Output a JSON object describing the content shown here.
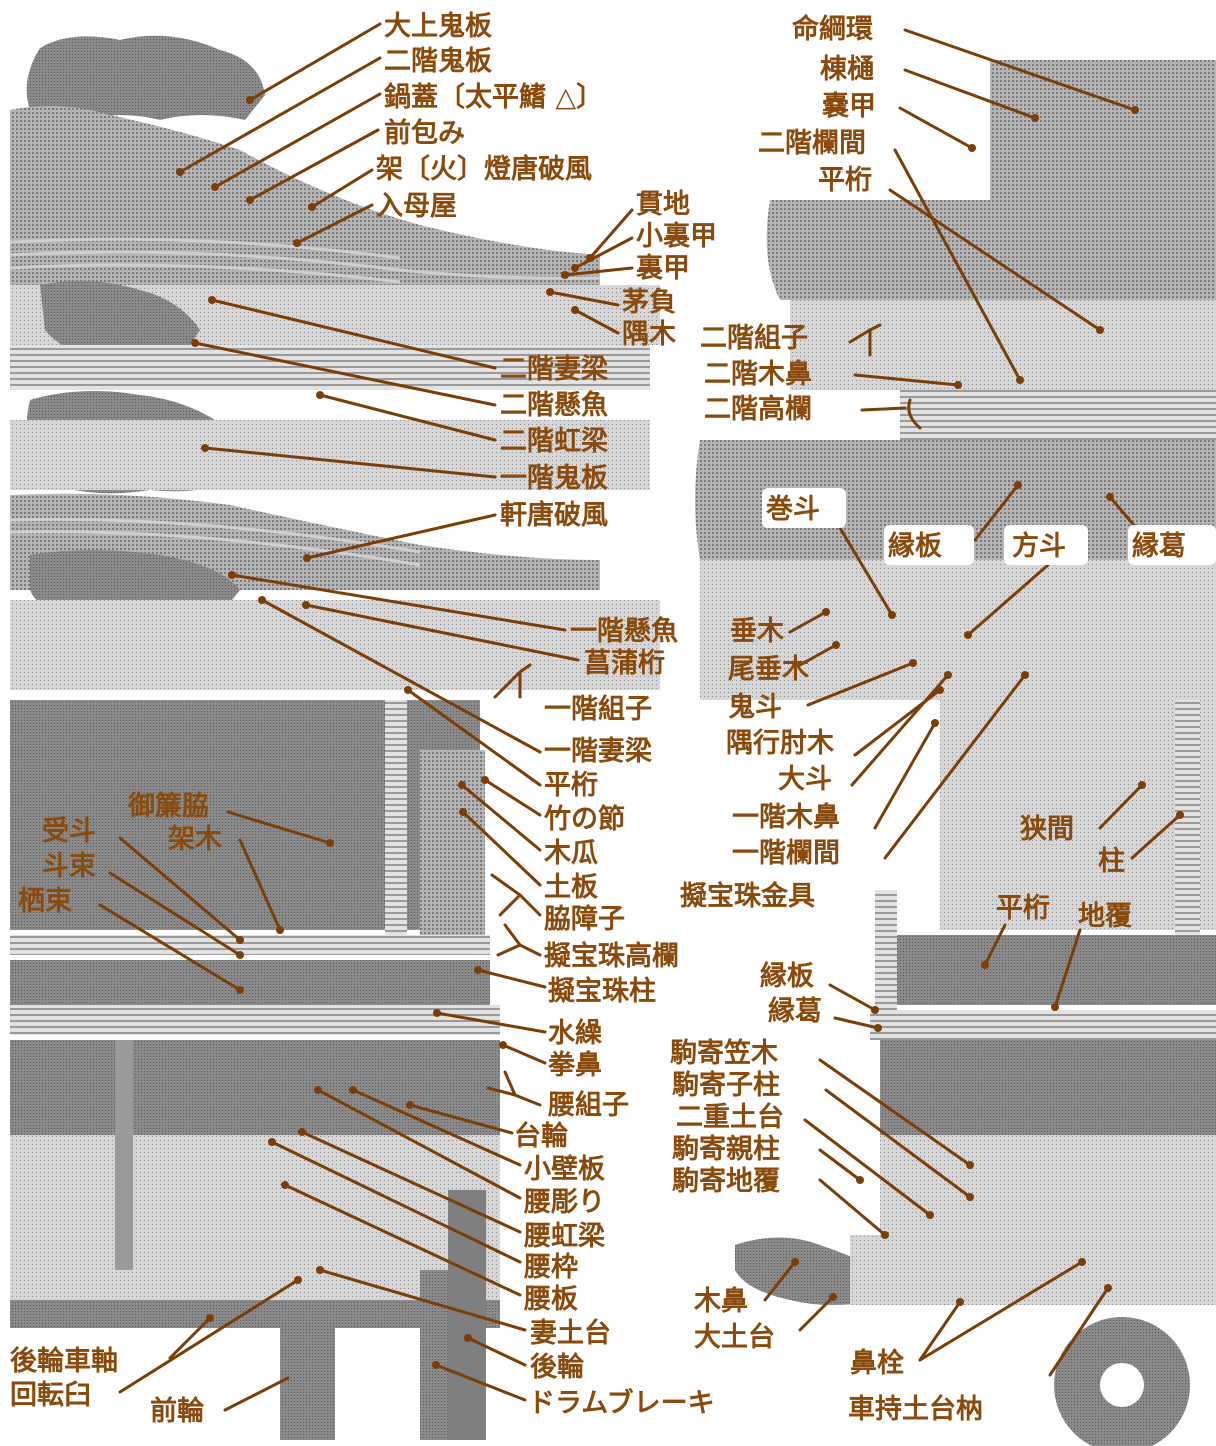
{
  "colors": {
    "label": "#8a4a0c",
    "leader": "#7a3e06",
    "structure": "#8c8c8c",
    "structure_dark": "#6e6e6e"
  },
  "labels": {
    "oonieita": "大上鬼板",
    "nikai_oniita": "二階鬼板",
    "nabebuta": "鍋蓋〔太平鰭 △〕",
    "maetsutsumi": "前包み",
    "hi_toukarahafu": "架〔火〕燈唐破風",
    "irimoya": "入母屋",
    "kaerakuji": "貫地",
    "kouragou": "小裏甲",
    "uragou": "裏甲",
    "kayaoi": "茅負",
    "sumigi": "隅木",
    "nikai_tsumabari": "二階妻梁",
    "nikai_gegyo": "二階懸魚",
    "nikai_koubari": "二階虹梁",
    "ikkai_oniita": "一階鬼板",
    "nokikarahafu": "軒唐破風",
    "ikkai_gegyo": "一階懸魚",
    "shoubugeta": "菖蒲桁",
    "ikkai_kumiko": "一階組子",
    "ikkai_tsumabari": "一階妻梁",
    "hirageta_left": "平桁",
    "takenofushi": "竹の節",
    "mokko": "木瓜",
    "dobita": "土板",
    "wakishouji": "脇障子",
    "giboshu_kouran": "擬宝珠高欄",
    "giboshu_bashira": "擬宝珠柱",
    "mizukuri": "水繰",
    "kobana": "拳鼻",
    "koshi_kumiko": "腰組子",
    "daiwa": "台輪",
    "kokabeita": "小壁板",
    "koshibori": "腰彫り",
    "koshi_koubari": "腰虹梁",
    "koshiwaku": "腰枠",
    "koshiita": "腰板",
    "tsumadodai": "妻土台",
    "kowa": "後輪",
    "drum_brake": "ドラムブレーキ",
    "mikawaki": "御簾脇",
    "kagi": "架木",
    "toshu": "受斗",
    "tozuka": "斗束",
    "tazuka": "栖束",
    "kowa_shajiku": "後輪車軸",
    "kaitenusu": "回転臼",
    "maewa": "前輪",
    "inochitsunawa": "命綱環",
    "munehi": "棟樋",
    "nougou": "嚢甲",
    "nikai_ranma": "二階欄間",
    "hirageta_top": "平桁",
    "nikai_kumiko": "二階組子",
    "nikai_kibana": "二階木鼻",
    "nikai_kouran": "二階高欄",
    "makito": "巻斗",
    "enita_top": "縁板",
    "hoto": "方斗",
    "enkatsura_top": "縁葛",
    "taruki": "垂木",
    "obitaruki": "尾垂木",
    "onito": "鬼斗",
    "sumiyukihijiki": "隅行肘木",
    "daito": "大斗",
    "ikkai_kibana": "一階木鼻",
    "ikkai_ranma": "一階欄間",
    "kyouma": "狭間",
    "hashira": "柱",
    "giboshu_kanagu": "擬宝珠金具",
    "hirageta_right": "平桁",
    "jifuku": "地覆",
    "enita_mid": "縁板",
    "enkatsura_mid": "縁葛",
    "komayose_kasagi": "駒寄笠木",
    "komayose_kobashira": "駒寄子柱",
    "nijuu_dodai": "二重土台",
    "komayose_oyabashira": "駒寄親柱",
    "komayose_jifuku": "駒寄地覆",
    "kibana": "木鼻",
    "oododai": "大土台",
    "hanasen": "鼻栓",
    "kurumamochi": "車持土台枘"
  }
}
